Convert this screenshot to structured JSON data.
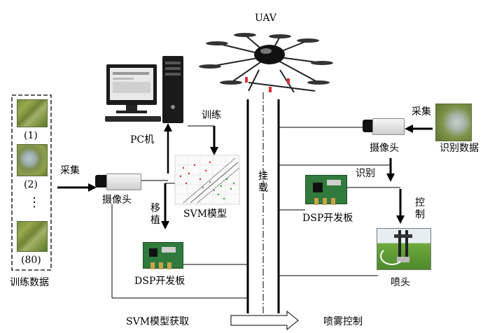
{
  "labels": {
    "uav": "UAV",
    "pc": "PC机",
    "train_verb": "训练",
    "collect_left": "采集",
    "camera_left": "摄像头",
    "svm_model": "SVM模型",
    "transplant": "移植",
    "dsp_left": "DSP开发板",
    "training_data": "训练数据",
    "mount": "挂载",
    "collect_right": "采集",
    "camera_right": "摄像头",
    "recognition_data": "识别数据",
    "recognize": "识别",
    "dsp_right": "DSP开发板",
    "control": "控制",
    "nozzle": "喷头",
    "svm_acquire": "SVM模型获取",
    "spray_control": "喷雾控制"
  },
  "samples": {
    "items": [
      "(1)",
      "(2)",
      "(80)"
    ],
    "ellipsis": "⋮"
  },
  "icons": [
    "drone-icon",
    "pc-tower-icon",
    "monitor-icon",
    "camera-icon",
    "svm-plot-icon",
    "dsp-board-icon",
    "nozzle-icon"
  ],
  "colors": {
    "line": "#000000",
    "grass": "#7a8f3d",
    "board": "#2f7a3c"
  }
}
